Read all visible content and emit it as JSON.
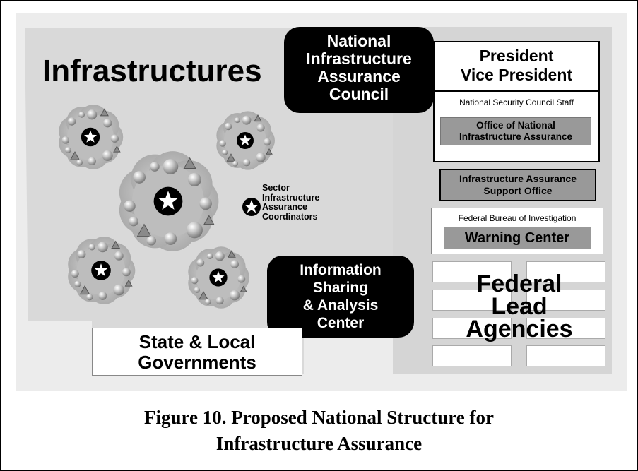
{
  "title": "Infrastructures",
  "nodes": {
    "niac": [
      "National",
      "Infrastructure",
      "Assurance",
      "Council"
    ],
    "president": [
      "President",
      "Vice President"
    ],
    "nsc_staff": "National Security Council Staff",
    "ona": [
      "Office of National",
      "Infrastructure Assurance"
    ],
    "iaso": [
      "Infrastructure Assurance",
      "Support Office"
    ],
    "fbi": "Federal Bureau of Investigation",
    "warning_center": "Warning Center",
    "federal_lead": [
      "Federal",
      "Lead",
      "Agencies"
    ],
    "isac": [
      "Information",
      "Sharing",
      "& Analysis",
      "Center"
    ],
    "state_local": [
      "State & Local",
      "Governments"
    ],
    "sector_coordinators": [
      "Sector",
      "Infrastructure",
      "Assurance",
      "Coordinators"
    ]
  },
  "caption": [
    "Figure 10.  Proposed National Structure for",
    "Infrastructure Assurance"
  ],
  "colors": {
    "panel": "#d8d8d8",
    "blob": "#a9a9a9",
    "dark_box": "#000000",
    "shaded_box": "#999999",
    "white": "#ffffff"
  }
}
